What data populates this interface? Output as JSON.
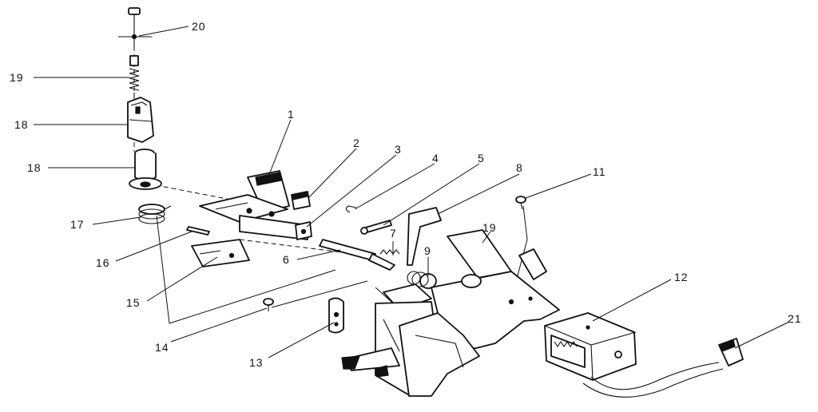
{
  "callouts": [
    {
      "id": "c20",
      "text": "20"
    },
    {
      "id": "c19a",
      "text": "19"
    },
    {
      "id": "c18a",
      "text": "18"
    },
    {
      "id": "c18b",
      "text": "18"
    },
    {
      "id": "c17",
      "text": "17"
    },
    {
      "id": "c16",
      "text": "16"
    },
    {
      "id": "c15",
      "text": "15"
    },
    {
      "id": "c14",
      "text": "14"
    },
    {
      "id": "c13",
      "text": "13"
    },
    {
      "id": "c1",
      "text": "1"
    },
    {
      "id": "c2",
      "text": "2"
    },
    {
      "id": "c3",
      "text": "3"
    },
    {
      "id": "c4",
      "text": "4"
    },
    {
      "id": "c5",
      "text": "5"
    },
    {
      "id": "c6",
      "text": "6"
    },
    {
      "id": "c7",
      "text": "7"
    },
    {
      "id": "c8",
      "text": "8"
    },
    {
      "id": "c9",
      "text": "9"
    },
    {
      "id": "c19b",
      "text": "19"
    },
    {
      "id": "c11",
      "text": "11"
    },
    {
      "id": "c12",
      "text": "12"
    },
    {
      "id": "c21",
      "text": "21"
    }
  ],
  "colors": {
    "line": "#111111",
    "background": "#ffffff"
  }
}
